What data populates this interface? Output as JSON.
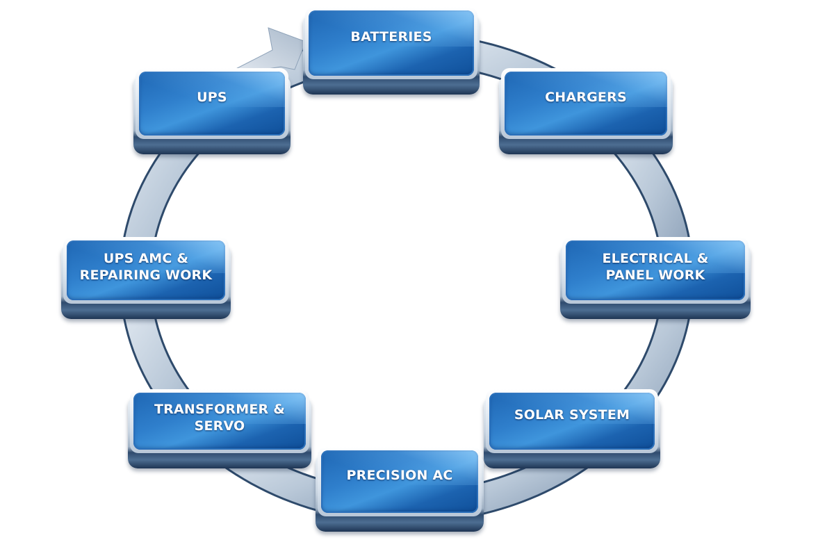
{
  "diagram": {
    "type": "cycle",
    "direction": "clockwise",
    "colors": {
      "box_face": "#2a78c6",
      "box_highlight": "#8fd0f8",
      "box_base_dark": "#2f4b6e",
      "ring_light": "#d5dee8",
      "ring_dark": "#2e4a6b",
      "label": "#ffffff"
    },
    "nodes": [
      {
        "id": "batteries",
        "label": "BATTERIES"
      },
      {
        "id": "chargers",
        "label": "CHARGERS"
      },
      {
        "id": "electrical",
        "label": "ELECTRICAL &\nPANEL WORK"
      },
      {
        "id": "solar",
        "label": "SOLAR SYSTEM"
      },
      {
        "id": "precision-ac",
        "label": "PRECISION AC"
      },
      {
        "id": "transformer",
        "label": "TRANSFORMER &\nSERVO"
      },
      {
        "id": "ups-amc",
        "label": "UPS AMC &\nREPAIRING WORK"
      },
      {
        "id": "ups",
        "label": "UPS"
      }
    ],
    "edges": [
      [
        "batteries",
        "chargers"
      ],
      [
        "chargers",
        "electrical"
      ],
      [
        "electrical",
        "solar"
      ],
      [
        "solar",
        "precision-ac"
      ],
      [
        "precision-ac",
        "transformer"
      ],
      [
        "transformer",
        "ups-amc"
      ],
      [
        "ups-amc",
        "ups"
      ],
      [
        "ups",
        "batteries"
      ]
    ]
  }
}
